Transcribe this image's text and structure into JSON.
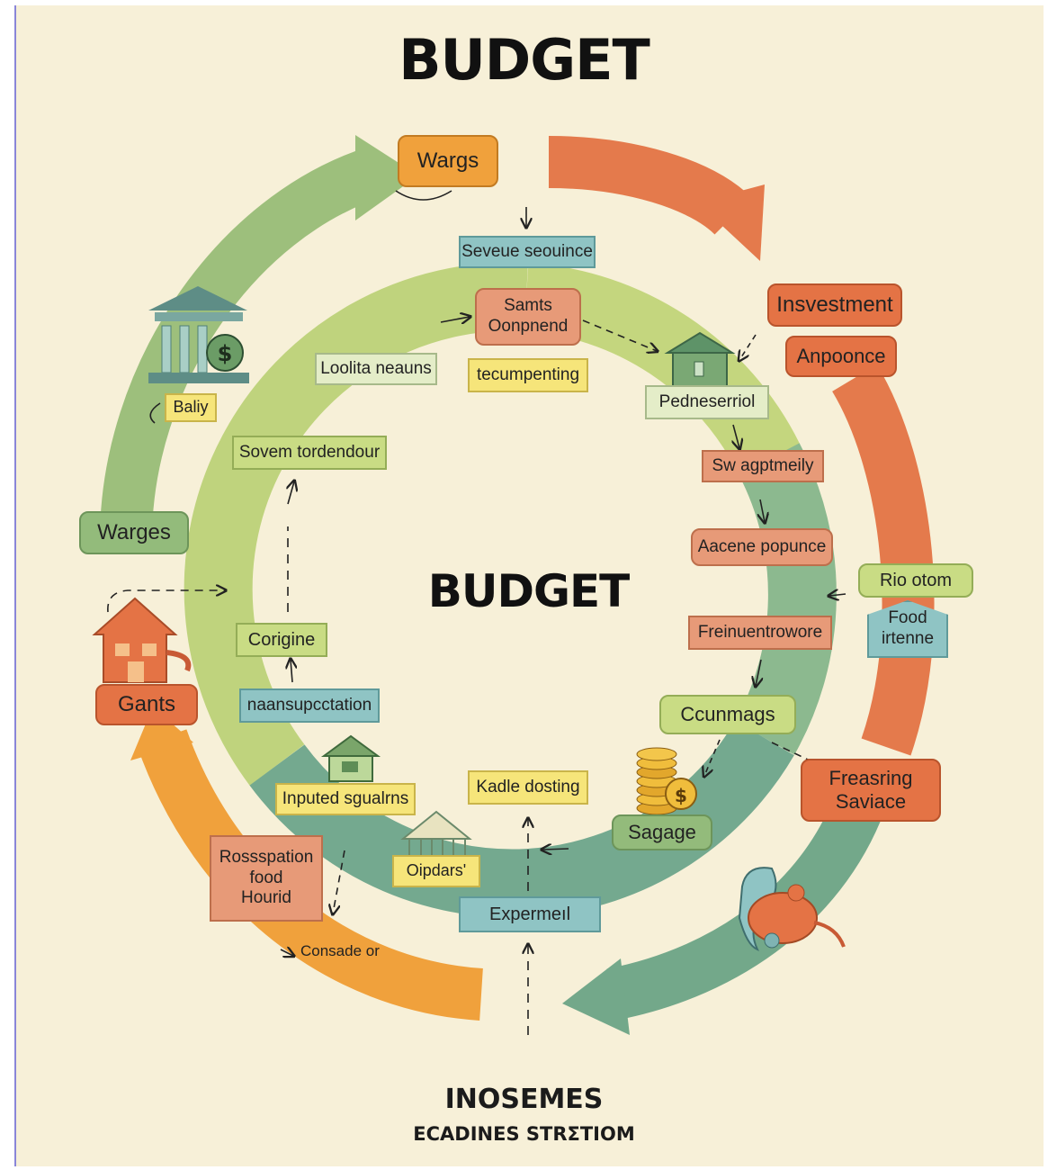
{
  "title": "BUDGET",
  "center_title": "BUDGET",
  "labels": {
    "wargs_top": "Wargs",
    "seveue_seouince": "Seveue seouince",
    "samts_oonpnend": "Samts\nOonpnend",
    "tecumpenting": "tecumpenting",
    "loolita_neauns": "Loolita neauns",
    "investment": "Insvestment",
    "anpoonce": "Anpoonce",
    "pedneserriol": "Pedneserriol",
    "sw_agptmeily": "Sw agptmeily",
    "baliy": "Baliy",
    "sovem_tordendour": "Sovem tordendour",
    "warges_left": "Warges",
    "aacene_popunce": "Aacene popunce",
    "rio_otom": "Rio otom",
    "food_irtenne": "Food\nirtenne",
    "corigine": "Corigine",
    "freinuentrowore": "Freinuentrowore",
    "gants": "Gants",
    "naansupcctation": "naansupcctation",
    "ccunmags": "Ccunmags",
    "inputed_sgualrns": "Inputed sgualrns",
    "kadle_dosting": "Kadle dosting",
    "freasring_saviace": "Freasring\nSaviace",
    "sagage": "Sagage",
    "rossspation": "Rossspation\nfood\nHourid",
    "oipdars": "Oipdars'",
    "expermeil": "Expermeıl",
    "consade_or": "Consade or"
  },
  "footer": {
    "line1": "INOSEMES",
    "line2": "ECADINES STRΣTIOM"
  },
  "icons": {
    "bank": "bank-dollar-icon",
    "house_left": "house-icon",
    "house_small": "small-house-icon",
    "coins": "coin-stack-icon",
    "market": "market-stall-icon",
    "piggy": "piggy-bank-icon"
  },
  "colors": {
    "background": "#f7f0d8",
    "outer_green": "#9dbf7c",
    "outer_orange": "#e47a4c",
    "outer_amber": "#f0a13c",
    "inner_lime": "#bfd37d",
    "inner_teal": "#74a98f"
  }
}
